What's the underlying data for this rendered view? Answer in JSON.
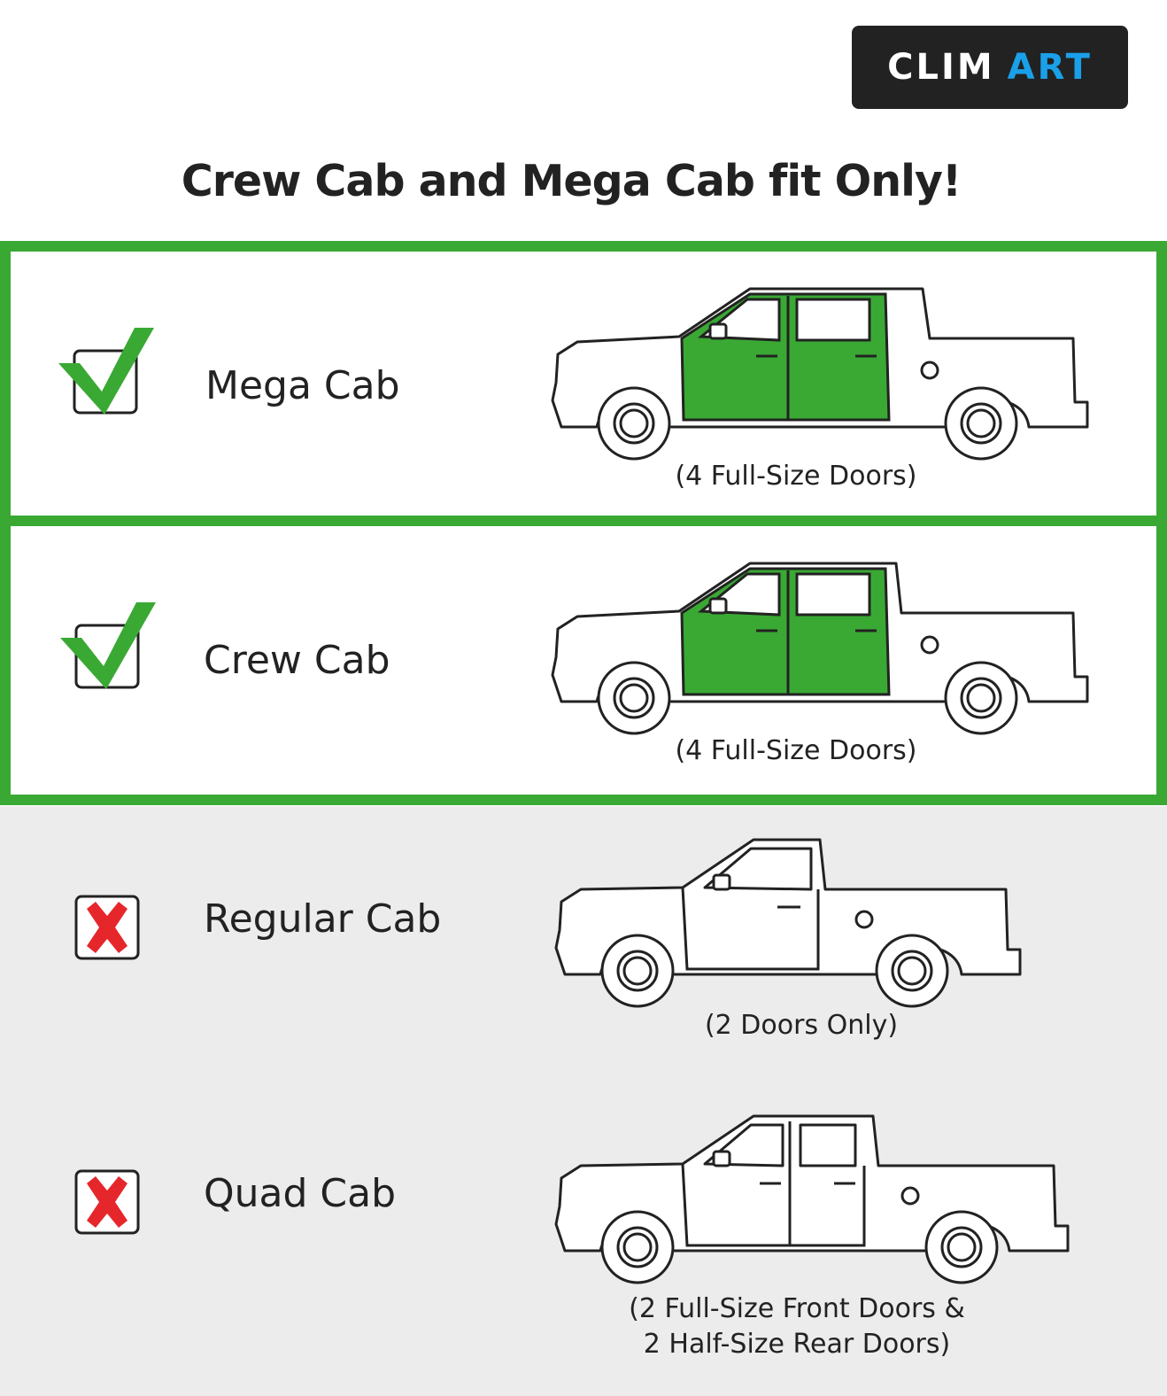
{
  "brand": {
    "part1": "CLIM",
    "part2": "ART"
  },
  "headline": "Crew Cab and Mega Cab fit Only!",
  "colors": {
    "fit_green": "#3aa934",
    "no_red": "#e5262b",
    "brand_blue": "#1aa0e8",
    "nofit_bg": "#ececec"
  },
  "rows": [
    {
      "label": "Mega Cab",
      "caption": "(4 Full-Size Doors)",
      "fit": true,
      "icon": "checkmark-icon"
    },
    {
      "label": "Crew Cab",
      "caption": "(4 Full-Size Doors)",
      "fit": true,
      "icon": "checkmark-icon"
    },
    {
      "label": "Regular Cab",
      "caption": "(2 Doors Only)",
      "fit": false,
      "icon": "x-mark-icon"
    },
    {
      "label": "Quad Cab",
      "caption_line1": "(2 Full-Size Front Doors &",
      "caption_line2": "2 Half-Size Rear Doors)",
      "fit": false,
      "icon": "x-mark-icon"
    }
  ]
}
